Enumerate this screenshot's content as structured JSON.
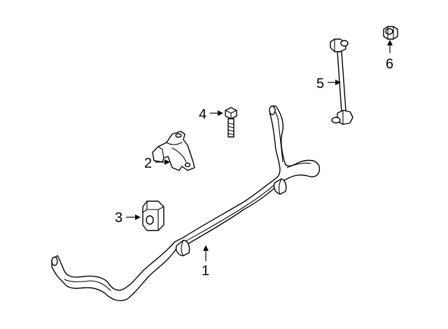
{
  "callouts": [
    {
      "id": "1"
    },
    {
      "id": "2"
    },
    {
      "id": "3"
    },
    {
      "id": "4"
    },
    {
      "id": "5"
    },
    {
      "id": "6"
    }
  ]
}
